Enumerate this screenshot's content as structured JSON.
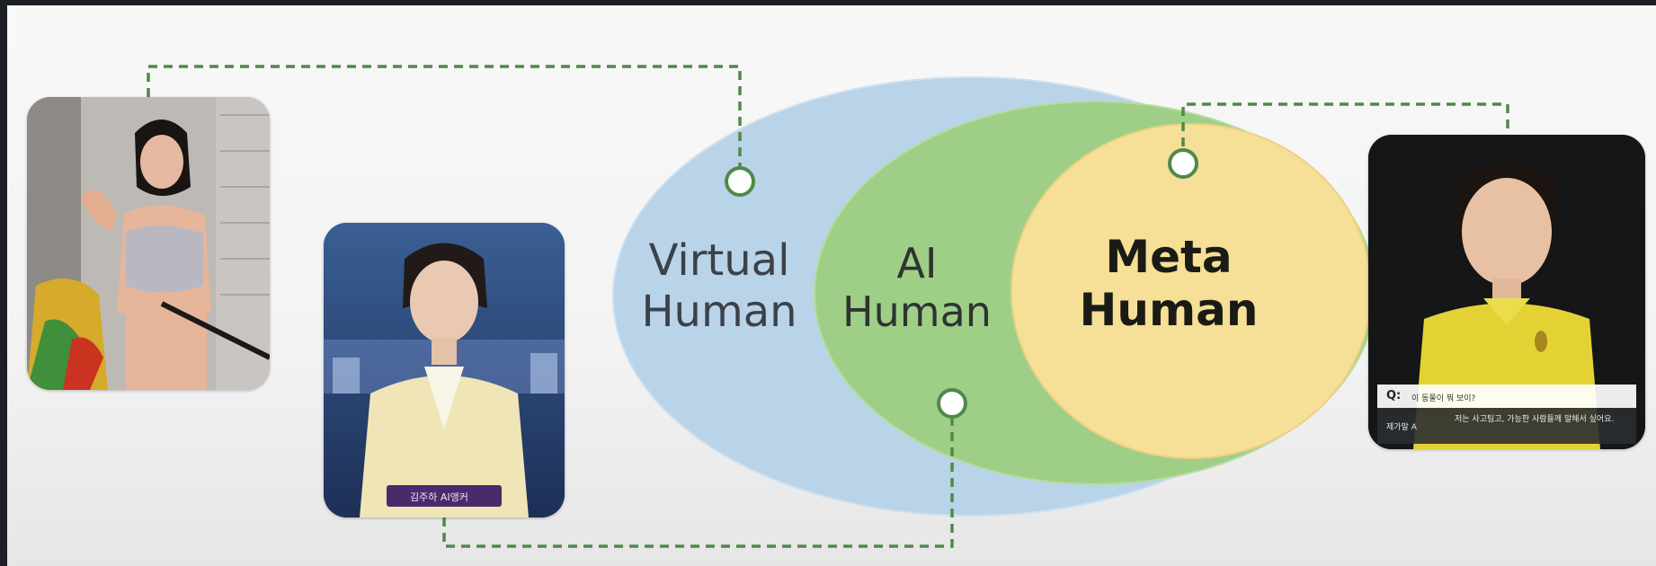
{
  "venn": {
    "outer_label_line1": "Virtual",
    "outer_label_line2": "Human",
    "middle_label_line1": "AI",
    "middle_label_line2": "Human",
    "inner_label_line1": "Meta",
    "inner_label_line2": "Human"
  },
  "colors": {
    "outer": "#b9d3e8",
    "middle": "#9fcf86",
    "inner": "#f6df96",
    "connector": "#4f8a48"
  },
  "photos": {
    "anchor_nameplate": "김주하 AI앵커",
    "child_question_prefix": "Q:",
    "child_question": "이 동물이 뭐 보이?",
    "child_speaker": "제가말 A",
    "child_answer": "저는 사고팀고, 가능한 사람들께 말해서 싶어요."
  }
}
